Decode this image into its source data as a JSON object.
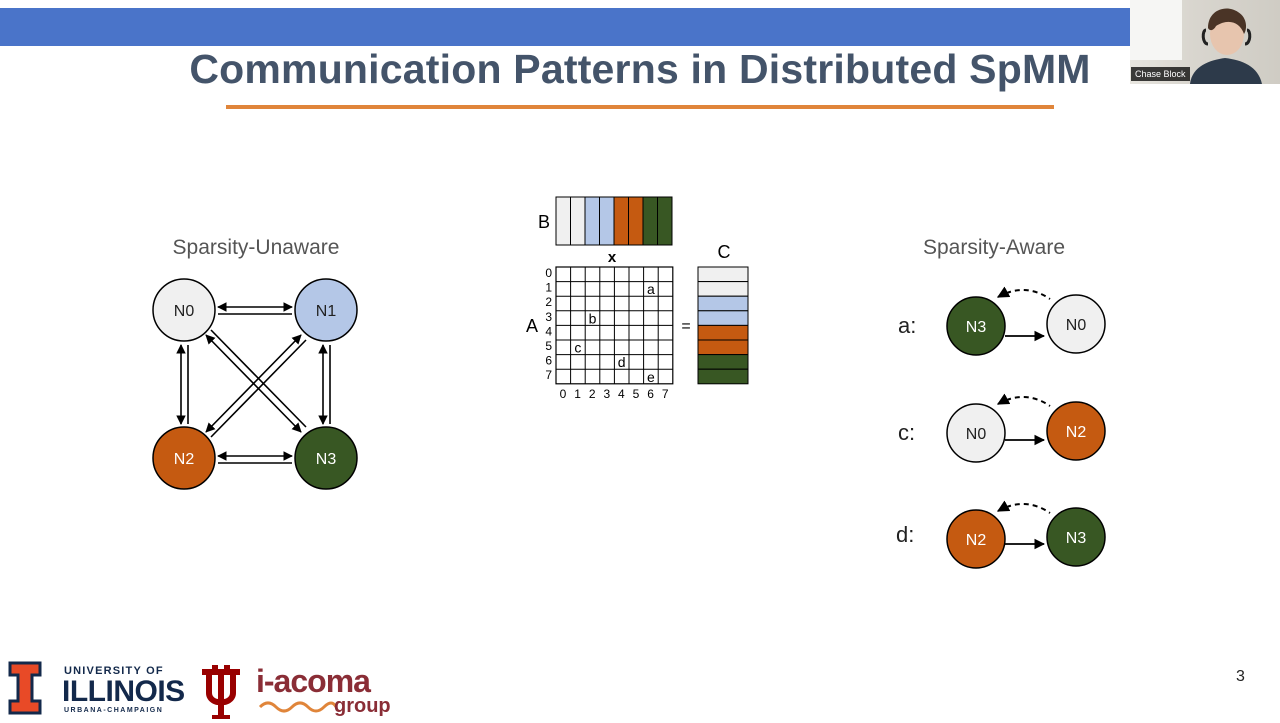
{
  "slide": {
    "title": "Communication Patterns in Distributed SpMM",
    "page_number": "3"
  },
  "video": {
    "participant_name": "Chase Block"
  },
  "logos": {
    "illinois_top": "UNIVERSITY OF",
    "illinois_main": "ILLINOIS",
    "illinois_sub": "URBANA-CHAMPAIGN",
    "iacoma_main": "i-acoma",
    "iacoma_sub": "group"
  },
  "colors": {
    "n0": "#f0f0f0",
    "n1": "#b4c7e7",
    "n2": "#c55a11",
    "n3": "#385723",
    "title": "#44546a",
    "accent_bar": "#4a74c9",
    "rule": "#e0853a"
  },
  "unaware": {
    "label": "Sparsity-Unaware",
    "nodes": [
      "N0",
      "N1",
      "N2",
      "N3"
    ]
  },
  "matrix": {
    "b_label": "B",
    "x_label": "x",
    "a_label": "A",
    "c_label": "C",
    "equals": "=",
    "row_labels": [
      "0",
      "1",
      "2",
      "3",
      "4",
      "5",
      "6",
      "7"
    ],
    "col_labels": [
      "0",
      "1",
      "2",
      "3",
      "4",
      "5",
      "6",
      "7"
    ],
    "entries": [
      {
        "text": "a",
        "row": 1,
        "col": 6
      },
      {
        "text": "b",
        "row": 3,
        "col": 2
      },
      {
        "text": "c",
        "row": 5,
        "col": 1
      },
      {
        "text": "d",
        "row": 6,
        "col": 4
      },
      {
        "text": "e",
        "row": 7,
        "col": 6
      }
    ]
  },
  "aware": {
    "label": "Sparsity-Aware",
    "pairs": [
      {
        "label": "a:",
        "from": "N3",
        "to": "N0"
      },
      {
        "label": "c:",
        "from": "N0",
        "to": "N2"
      },
      {
        "label": "d:",
        "from": "N2",
        "to": "N3"
      }
    ]
  }
}
